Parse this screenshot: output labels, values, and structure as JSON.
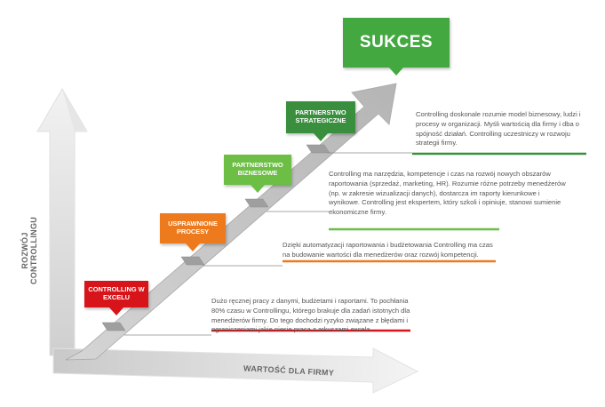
{
  "axes": {
    "y_label": "ROZWÓJ CONTROLLINGU",
    "x_label": "WARTOŚĆ DLA FIRMY"
  },
  "colors": {
    "red": "#d7141a",
    "orange": "#ee7a1e",
    "green_light": "#6cbe45",
    "green_dark": "#3a8f3e",
    "green_top": "#43a83f"
  },
  "stages": [
    {
      "label": "CONTROLLING W EXCELU",
      "color": "#d7141a",
      "description": "Dużo ręcznej pracy z danymi, budżetami i raportami. To pochłania 80% czasu w Controllingu, którego brakuje dla zadań istotnych dla menedżerów firmy. Do tego dochodzi ryzyko związane z błędami i ograniczeniami jakie niesie praca z arkuszami excela."
    },
    {
      "label": "USPRAWNIONE PROCESY",
      "color": "#ee7a1e",
      "description": "Dzięki automatyzacji raportowania i budżetowania Controlling ma czas na budowanie wartości dla menedżerów oraz rozwój kompetencji."
    },
    {
      "label": "PARTNERSTWO BIZNESOWE",
      "color": "#6cbe45",
      "description": "Controlling ma narzędzia, kompetencje i czas na rozwój nowych obszarów raportowania (sprzedaż, marketing, HR). Rozumie różne potrzeby menedżerów (np. w zakresie wizualizacji danych), dostarcza im raporty kierunkowe i wynikowe. Controlling jest ekspertem, który szkoli i opiniuje, stanowi sumienie ekonomiczne firmy."
    },
    {
      "label": "PARTNERSTWO STRATEGICZNE",
      "color": "#3a8f3e",
      "description": "Controlling doskonale rozumie model biznesowy, ludzi i procesy w organizacji. Myśli wartością dla firmy i dba o spójność działań. Controlling uczestniczy w rozwoju strategii firmy."
    }
  ],
  "goal": {
    "label": "SUKCES",
    "color": "#43a83f"
  }
}
